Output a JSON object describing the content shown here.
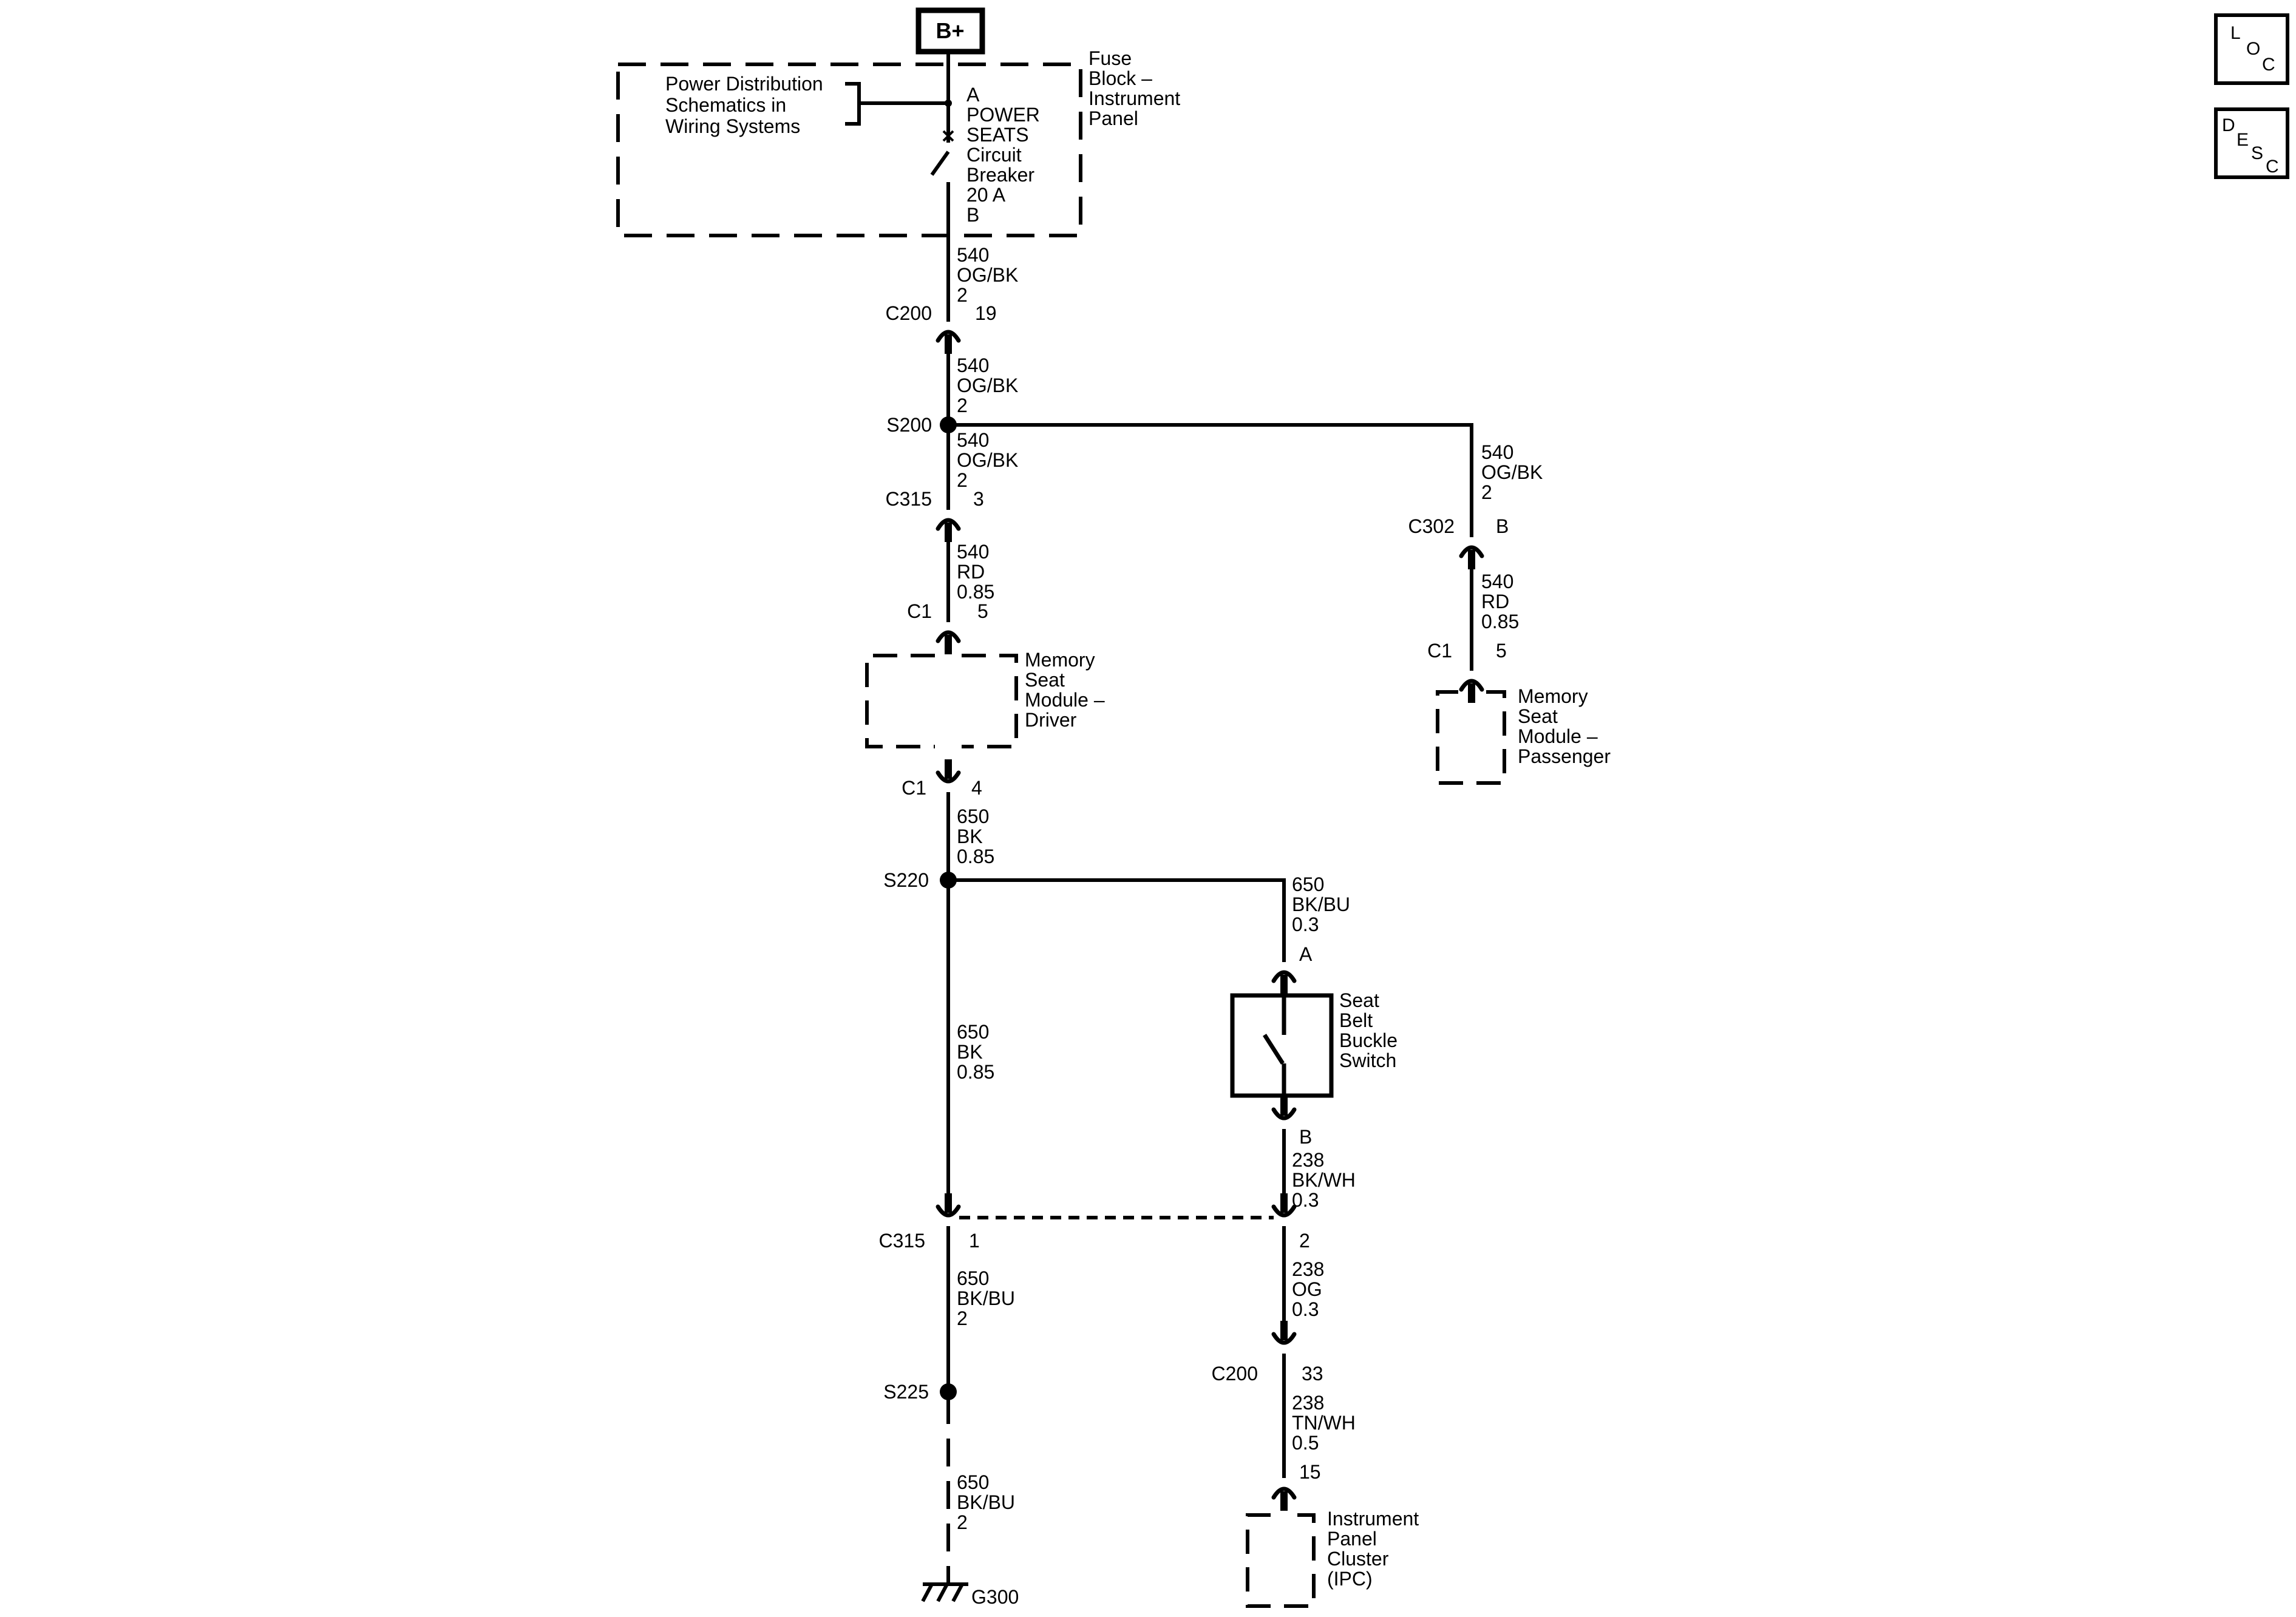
{
  "power_source": "B+",
  "power_dist": [
    "Power Distribution",
    "Schematics in",
    "Wiring  Systems"
  ],
  "fuse_block": [
    "Fuse",
    "Block –",
    "Instrument",
    "Panel"
  ],
  "breaker": [
    "A",
    "POWER",
    "SEATS",
    "Circuit",
    "Breaker",
    "20 A",
    "B"
  ],
  "wires": {
    "w1": [
      "540",
      "OG/BK",
      "2"
    ],
    "w2": [
      "540",
      "OG/BK",
      "2"
    ],
    "w3": [
      "540",
      "OG/BK",
      "2"
    ],
    "w4": [
      "540",
      "RD",
      "0.85"
    ],
    "w5": [
      "650",
      "BK",
      "0.85"
    ],
    "w6": [
      "650",
      "BK",
      "0.85"
    ],
    "w7": [
      "650",
      "BK/BU",
      "2"
    ],
    "w8": [
      "650",
      "BK/BU",
      "2"
    ],
    "w9": [
      "540",
      "OG/BK",
      "2"
    ],
    "w10": [
      "540",
      "RD",
      "0.85"
    ],
    "w11": [
      "650",
      "BK/BU",
      "0.3"
    ],
    "w12": [
      "238",
      "BK/WH",
      "0.3"
    ],
    "w13": [
      "238",
      "OG",
      "0.3"
    ],
    "w14": [
      "238",
      "TN/WH",
      "0.5"
    ]
  },
  "connectors": {
    "c200_top": {
      "name": "C200",
      "pin": "19"
    },
    "c315_top": {
      "name": "C315",
      "pin": "3"
    },
    "c1_driver_in": {
      "name": "C1",
      "pin": "5"
    },
    "c1_driver_out": {
      "name": "C1",
      "pin": "4"
    },
    "c302": {
      "name": "C302",
      "pin": "B"
    },
    "c1_pass": {
      "name": "C1",
      "pin": "5"
    },
    "switch_a": {
      "pin": "A"
    },
    "switch_b": {
      "pin": "B"
    },
    "c315_bottom": {
      "name": "C315",
      "pin_left": "1",
      "pin_right": "2"
    },
    "c200_bottom": {
      "name": "C200",
      "pin": "33"
    },
    "ipc_pin": {
      "pin": "15"
    }
  },
  "splices": {
    "s200": "S200",
    "s220": "S220",
    "s225": "S225"
  },
  "ground": "G300",
  "components": {
    "memory_driver": [
      "Memory",
      "Seat",
      "Module –",
      "Driver"
    ],
    "memory_passenger": [
      "Memory",
      "Seat",
      "Module –",
      "Passenger"
    ],
    "seat_belt_switch": [
      "Seat",
      "Belt",
      "Buckle",
      "Switch"
    ],
    "ipc": [
      "Instrument",
      "Panel",
      "Cluster",
      "(IPC)"
    ]
  },
  "corner_icons": {
    "loc": [
      "L",
      "O",
      "C"
    ],
    "desc": [
      "D",
      "E",
      "S",
      "C"
    ]
  }
}
